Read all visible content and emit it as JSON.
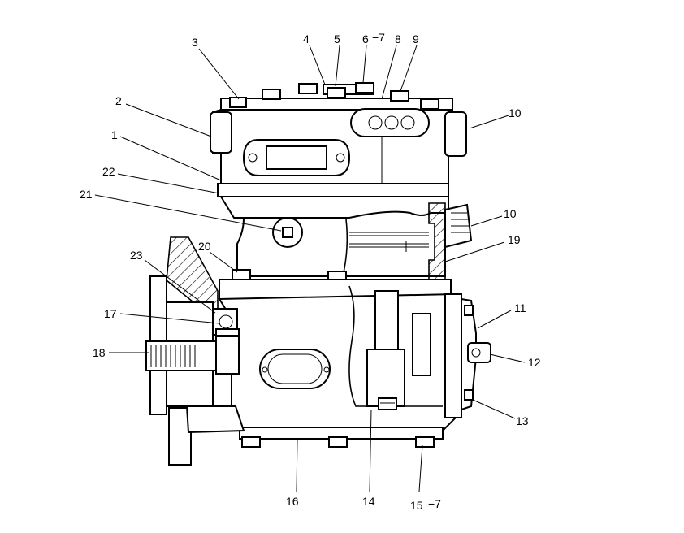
{
  "figure": {
    "callouts": [
      {
        "id": "c3",
        "label": "3"
      },
      {
        "id": "c4",
        "label": "4"
      },
      {
        "id": "c5",
        "label": "5"
      },
      {
        "id": "c6",
        "label": "6"
      },
      {
        "id": "c6r",
        "label": "−7"
      },
      {
        "id": "c8",
        "label": "8"
      },
      {
        "id": "c9",
        "label": "9"
      },
      {
        "id": "c2",
        "label": "2"
      },
      {
        "id": "c10a",
        "label": "10"
      },
      {
        "id": "c1",
        "label": "1"
      },
      {
        "id": "c22",
        "label": "22"
      },
      {
        "id": "c21",
        "label": "21"
      },
      {
        "id": "c10b",
        "label": "10"
      },
      {
        "id": "c19",
        "label": "19"
      },
      {
        "id": "c20",
        "label": "20"
      },
      {
        "id": "c23",
        "label": "23"
      },
      {
        "id": "c11",
        "label": "11"
      },
      {
        "id": "c17",
        "label": "17"
      },
      {
        "id": "c18",
        "label": "18"
      },
      {
        "id": "c12",
        "label": "12"
      },
      {
        "id": "c13",
        "label": "13"
      },
      {
        "id": "c16",
        "label": "16"
      },
      {
        "id": "c14",
        "label": "14"
      },
      {
        "id": "c15",
        "label": "15"
      },
      {
        "id": "c15r",
        "label": "−7"
      }
    ]
  }
}
